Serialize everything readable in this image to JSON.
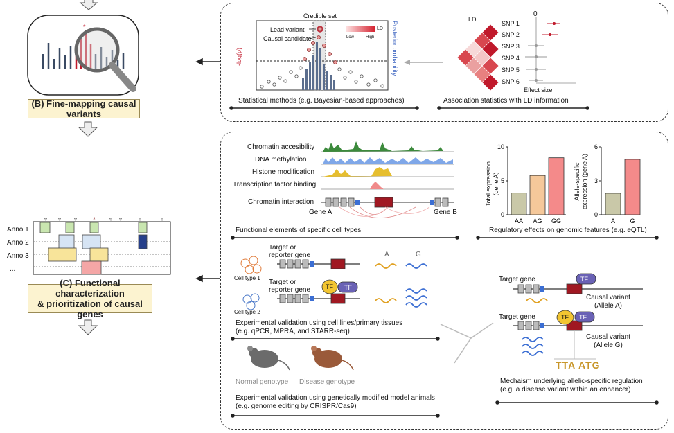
{
  "stages": {
    "b_label": "(B) Fine-mapping causal variants",
    "c_label_line1": "(C) Functional characterization",
    "c_label_line2": "& prioritization of causal genes"
  },
  "annotation_rows": [
    "Anno 1",
    "Anno 2",
    "Anno 3",
    "..."
  ],
  "finemap_panel": {
    "credible_set": "Credible set",
    "lead_variant": "Lead variant",
    "causal_candidate": "Causal candidate",
    "y_left": "-log(p)",
    "y_right": "Posterior probability",
    "legend_title": "LD",
    "legend_low": "Low",
    "legend_high": "High",
    "caption_stat": "Statistical methods (e.g. Bayesian-based approaches)",
    "ld_label": "LD",
    "zero_label": "0",
    "snps": [
      "SNP 1",
      "SNP 2",
      "SNP 3",
      "SNP 4",
      "SNP 5",
      "SNP 6"
    ],
    "effect_size": "Effect size",
    "caption_assoc": "Association statistics with LD information"
  },
  "functional_panel": {
    "tracks": [
      "Chromatin accesibility",
      "DNA methylation",
      "Histone modification",
      "Transcription factor binding",
      "Chromatin interaction"
    ],
    "gene_a": "Gene A",
    "gene_b": "Gene B",
    "caption_elements": "Functional elements of specific cell types",
    "caption_regulatory": "Regulatory effects on genomic features (e.g. eQTL)",
    "bar_left_ylabel_1": "Total expression",
    "bar_left_ylabel_2": "(gene A)",
    "bar_right_ylabel_1": "Allele-specific",
    "bar_right_ylabel_2": "expression (gene A)",
    "target_line1": "Target or",
    "target_line2": "reporter gene",
    "allele_a": "A",
    "allele_g": "G",
    "cell_type_1": "Cell type 1",
    "cell_type_2": "Cell type 2",
    "tf": "TF",
    "caption_cell_1": "Experimental validation using cell lines/primary tissues",
    "caption_cell_2": "(e.g. qPCR, MPRA, and STARR-seq)",
    "normal_genotype": "Normal genotype",
    "disease_genotype": "Disease genotype",
    "caption_animal_1": "Experimental validation using genetically modified model animals",
    "caption_animal_2": "(e.g. genome editing by CRISPR/Cas9)",
    "target_gene": "Target gene",
    "causal_variant": "Causal variant",
    "allele_a_paren": "(Allele A)",
    "allele_g_paren": "(Allele G)",
    "motif": "TTA ATG",
    "caption_mech_1": "Mechaism underlying allelic-specific regulation",
    "caption_mech_2": "(e.g. a disease variant within an enhancer)"
  },
  "chart_data": [
    {
      "type": "bar",
      "categories": [
        "AA",
        "AG",
        "GG"
      ],
      "values": [
        3.2,
        5.8,
        8.4
      ],
      "ylim": [
        0,
        10
      ],
      "yticks": [
        "0",
        "5",
        "10"
      ],
      "colors": [
        "#c9c8a8",
        "#f5c89a",
        "#f48a8a"
      ]
    },
    {
      "type": "bar",
      "categories": [
        "A",
        "G"
      ],
      "values": [
        1.9,
        4.9
      ],
      "ylim": [
        0,
        6
      ],
      "yticks": [
        "0",
        "3",
        "6"
      ],
      "colors": [
        "#c9c8a8",
        "#f48a8a"
      ]
    }
  ]
}
